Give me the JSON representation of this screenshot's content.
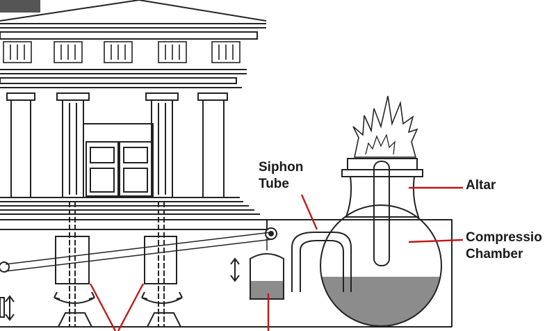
{
  "labels": {
    "siphon_line1": "Siphon",
    "siphon_line2": "Tube",
    "altar": "Altar",
    "compression_line1": "Compressio",
    "compression_line2": "Chamber"
  },
  "colors": {
    "line": "#222222",
    "water": "#8c8c8c",
    "leader": "#c01818",
    "background": "#ffffff"
  }
}
